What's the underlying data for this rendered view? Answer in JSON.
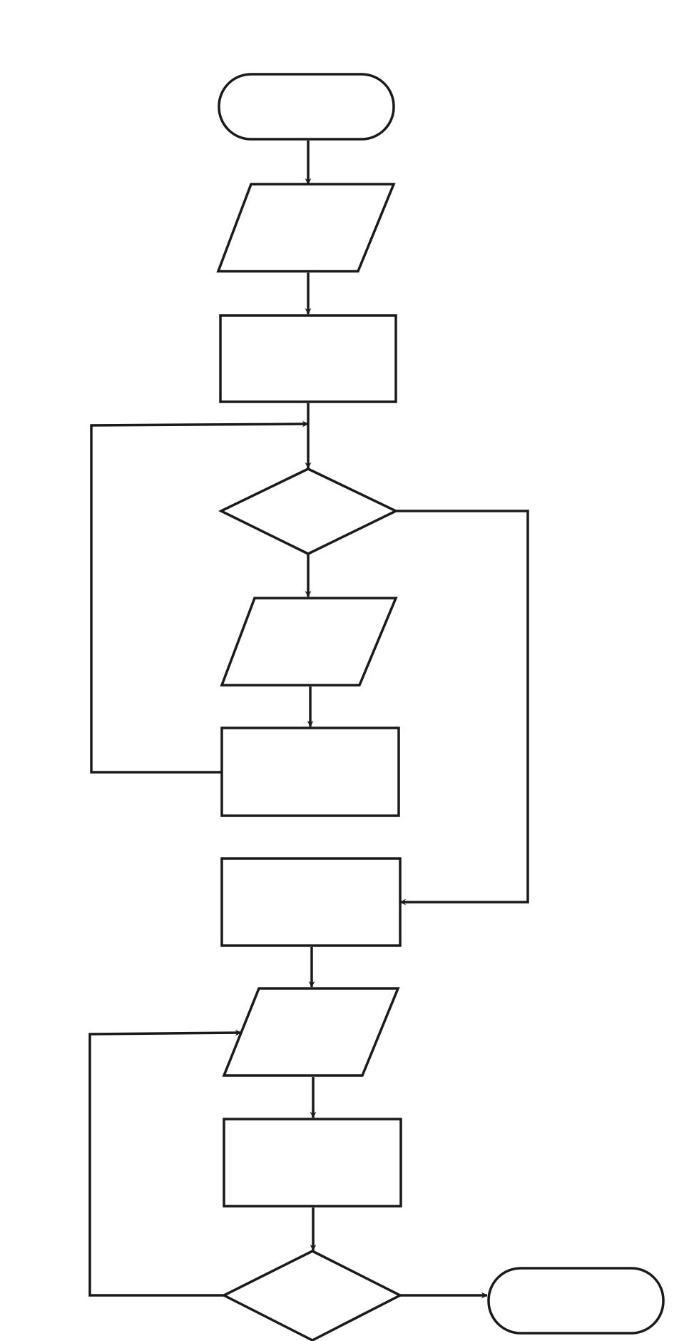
{
  "diagram": {
    "type": "flowchart",
    "stroke_color": "#1a1a1a",
    "background": "#ffffff",
    "nodes": [
      {
        "id": "start",
        "shape": "terminator",
        "label": ""
      },
      {
        "id": "input-1",
        "shape": "parallelogram",
        "label": ""
      },
      {
        "id": "process-1",
        "shape": "rectangle",
        "label": ""
      },
      {
        "id": "decision-1",
        "shape": "diamond",
        "label": ""
      },
      {
        "id": "input-2",
        "shape": "parallelogram",
        "label": ""
      },
      {
        "id": "process-2",
        "shape": "rectangle",
        "label": ""
      },
      {
        "id": "process-3",
        "shape": "rectangle",
        "label": ""
      },
      {
        "id": "input-3",
        "shape": "parallelogram",
        "label": ""
      },
      {
        "id": "process-4",
        "shape": "rectangle",
        "label": ""
      },
      {
        "id": "decision-2",
        "shape": "diamond",
        "label": ""
      },
      {
        "id": "end",
        "shape": "terminator",
        "label": ""
      }
    ],
    "edges": [
      {
        "from": "start",
        "to": "input-1"
      },
      {
        "from": "input-1",
        "to": "process-1"
      },
      {
        "from": "process-1",
        "to": "decision-1"
      },
      {
        "from": "decision-1",
        "to": "input-2"
      },
      {
        "from": "input-2",
        "to": "process-2"
      },
      {
        "from": "process-2",
        "to": "decision-1"
      },
      {
        "from": "decision-1",
        "to": "process-3"
      },
      {
        "from": "process-3",
        "to": "input-3"
      },
      {
        "from": "input-3",
        "to": "process-4"
      },
      {
        "from": "process-4",
        "to": "decision-2"
      },
      {
        "from": "decision-2",
        "to": "input-3"
      },
      {
        "from": "decision-2",
        "to": "end"
      }
    ]
  }
}
